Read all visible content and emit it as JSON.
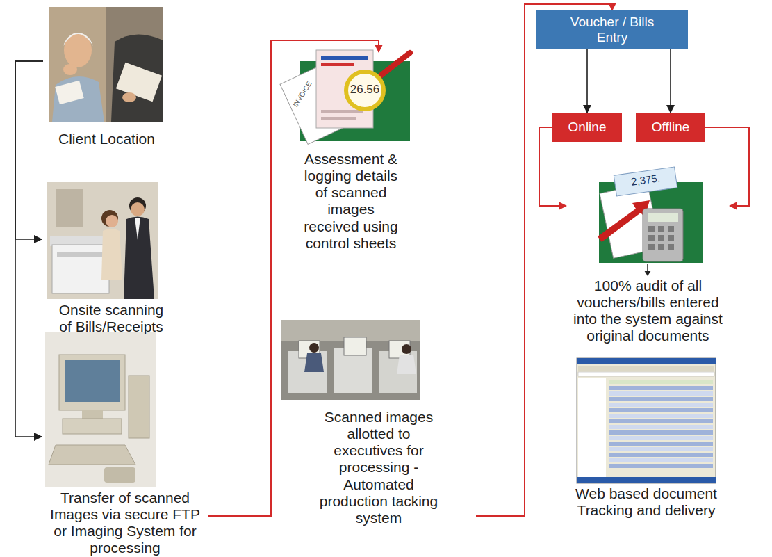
{
  "diagram": {
    "nodes": [
      {
        "text": [
          "Client Location"
        ]
      },
      {
        "text": [
          "Onsite scanning of Bills/Receipts"
        ]
      },
      {
        "text": [
          "Transfer of scanned Images via secure FTP or Imaging System for processing"
        ]
      },
      {
        "text": [
          "Assessment & logging details of scanned images received using control sheets"
        ]
      },
      {
        "text": [
          "Scanned images allotted to executives for processing - Automated production tacking system"
        ]
      },
      {
        "text": [
          "Voucher / Bills Entry"
        ]
      },
      {
        "text": [
          "Online"
        ]
      },
      {
        "text": [
          "Offline"
        ]
      },
      {
        "text": [
          "100% audit of all vouchers/bills entered into the system against original documents"
        ]
      },
      {
        "text": [
          "Web based document Tracking and delivery"
        ]
      }
    ],
    "edges": [
      {
        "from": 0,
        "to": 1,
        "arrow": "to"
      },
      {
        "from": 0,
        "to": 2,
        "arrow": "to"
      },
      {
        "from": 2,
        "to": 3,
        "arrow": "to"
      },
      {
        "from": 4,
        "to": 5,
        "arrow": "to"
      },
      {
        "from": 5,
        "to": 6,
        "arrow": "to"
      },
      {
        "from": 5,
        "to": 7,
        "arrow": "to"
      },
      {
        "from": 6,
        "to": 8,
        "arrow": "to"
      },
      {
        "from": 7,
        "to": 8,
        "arrow": "to"
      }
    ],
    "labels": [
      "INVOICE",
      "26.56",
      "2,375."
    ]
  }
}
